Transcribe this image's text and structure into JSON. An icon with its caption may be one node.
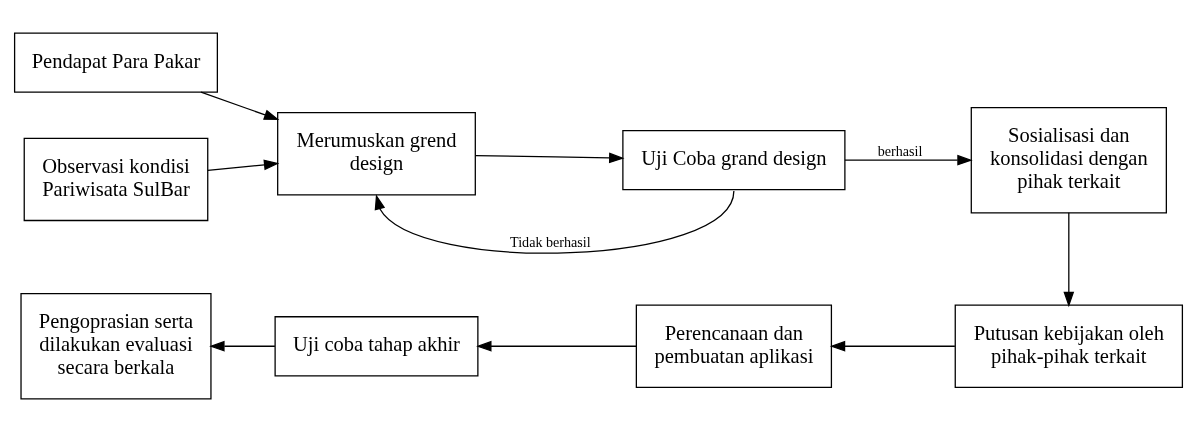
{
  "diagram": {
    "nodes": [
      {
        "text": [
          "Observasi kondisi Pariwisata SulBar"
        ]
      },
      {
        "text": [
          "Pendapat Para Pakar"
        ]
      },
      {
        "text": [
          "Merumuskan grend design"
        ]
      },
      {
        "text": [
          "Uji Coba grand design"
        ]
      },
      {
        "text": [
          "Sosialisasi dan konsolidasi dengan pihak terkait"
        ]
      },
      {
        "text": [
          "Putusan kebijakan oleh pihak-pihak terkait"
        ]
      },
      {
        "text": [
          "Perencanaan dan pembuatan aplikasi"
        ]
      },
      {
        "text": [
          "Uji coba tahap akhir"
        ]
      },
      {
        "text": [
          "Pengoprasian serta dilakukan evaluasi secara berkala"
        ]
      }
    ],
    "edges": [
      {
        "from": 0,
        "to": 2,
        "arrow": "to"
      },
      {
        "from": 1,
        "to": 2,
        "arrow": "to"
      },
      {
        "from": 2,
        "to": 3,
        "arrow": "to"
      },
      {
        "from": 3,
        "to": 4,
        "arrow": "to",
        "label": "berhasil"
      },
      {
        "from": 3,
        "to": 2,
        "arrow": "to",
        "label": "Tidak berhasil"
      },
      {
        "from": 4,
        "to": 5,
        "arrow": "to"
      },
      {
        "from": 5,
        "to": 6,
        "arrow": "to"
      },
      {
        "from": 6,
        "to": 7,
        "arrow": "to"
      },
      {
        "from": 7,
        "to": 8,
        "arrow": "to"
      }
    ]
  }
}
